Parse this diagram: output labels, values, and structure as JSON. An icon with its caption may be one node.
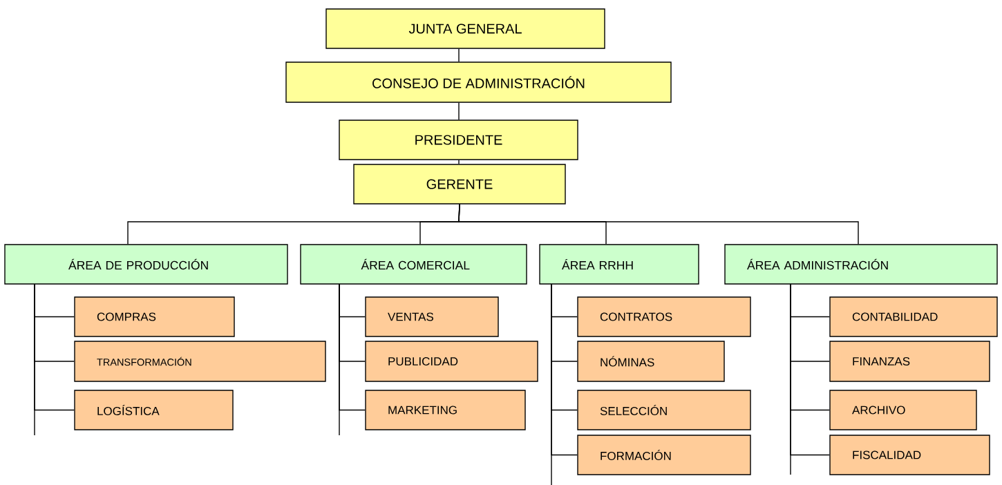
{
  "diagram": {
    "nodes": [
      {
        "text": [
          "JUNTA GENERAL"
        ]
      },
      {
        "text": [
          "CONSEJO DE ADMINISTRACIÓN"
        ]
      },
      {
        "text": [
          "PRESIDENTE"
        ]
      },
      {
        "text": [
          "GERENTE"
        ]
      },
      {
        "text": [
          "ÁREA DE PRODUCCIÓN"
        ]
      },
      {
        "text": [
          "COMPRAS"
        ]
      },
      {
        "text": [
          "TRANSFORMACIÓN"
        ]
      },
      {
        "text": [
          "LOGÍSTICA"
        ]
      },
      {
        "text": [
          "ÁREA COMERCIAL"
        ]
      },
      {
        "text": [
          "VENTAS"
        ]
      },
      {
        "text": [
          "PUBLICIDAD"
        ]
      },
      {
        "text": [
          "MARKETING"
        ]
      },
      {
        "text": [
          "ÁREA RRHH"
        ]
      },
      {
        "text": [
          "CONTRATOS"
        ]
      },
      {
        "text": [
          "NÓMINAS"
        ]
      },
      {
        "text": [
          "SELECCIÓN"
        ]
      },
      {
        "text": [
          "FORMACIÓN"
        ]
      },
      {
        "text": [
          "ÁREA ADMINISTRACIÓN"
        ]
      },
      {
        "text": [
          "CONTABILIDAD"
        ]
      },
      {
        "text": [
          "FINANZAS"
        ]
      },
      {
        "text": [
          "ARCHIVO"
        ]
      },
      {
        "text": [
          "FISCALIDAD"
        ]
      }
    ],
    "edges": [
      {
        "from": 0,
        "to": 1,
        "arrow": "none"
      },
      {
        "from": 1,
        "to": 2,
        "arrow": "none"
      },
      {
        "from": 2,
        "to": 3,
        "arrow": "none"
      },
      {
        "from": 3,
        "to": 4,
        "arrow": "none"
      },
      {
        "from": 3,
        "to": 8,
        "arrow": "none"
      },
      {
        "from": 3,
        "to": 12,
        "arrow": "none"
      },
      {
        "from": 3,
        "to": 17,
        "arrow": "none"
      },
      {
        "from": 4,
        "to": 5,
        "arrow": "none"
      },
      {
        "from": 4,
        "to": 6,
        "arrow": "none"
      },
      {
        "from": 4,
        "to": 7,
        "arrow": "none"
      },
      {
        "from": 8,
        "to": 9,
        "arrow": "none"
      },
      {
        "from": 8,
        "to": 10,
        "arrow": "none"
      },
      {
        "from": 8,
        "to": 11,
        "arrow": "none"
      },
      {
        "from": 12,
        "to": 13,
        "arrow": "none"
      },
      {
        "from": 12,
        "to": 14,
        "arrow": "none"
      },
      {
        "from": 12,
        "to": 15,
        "arrow": "none"
      },
      {
        "from": 12,
        "to": 16,
        "arrow": "none"
      },
      {
        "from": 17,
        "to": 18,
        "arrow": "none"
      },
      {
        "from": 17,
        "to": 19,
        "arrow": "none"
      },
      {
        "from": 17,
        "to": 20,
        "arrow": "none"
      },
      {
        "from": 17,
        "to": 21,
        "arrow": "none"
      }
    ]
  }
}
